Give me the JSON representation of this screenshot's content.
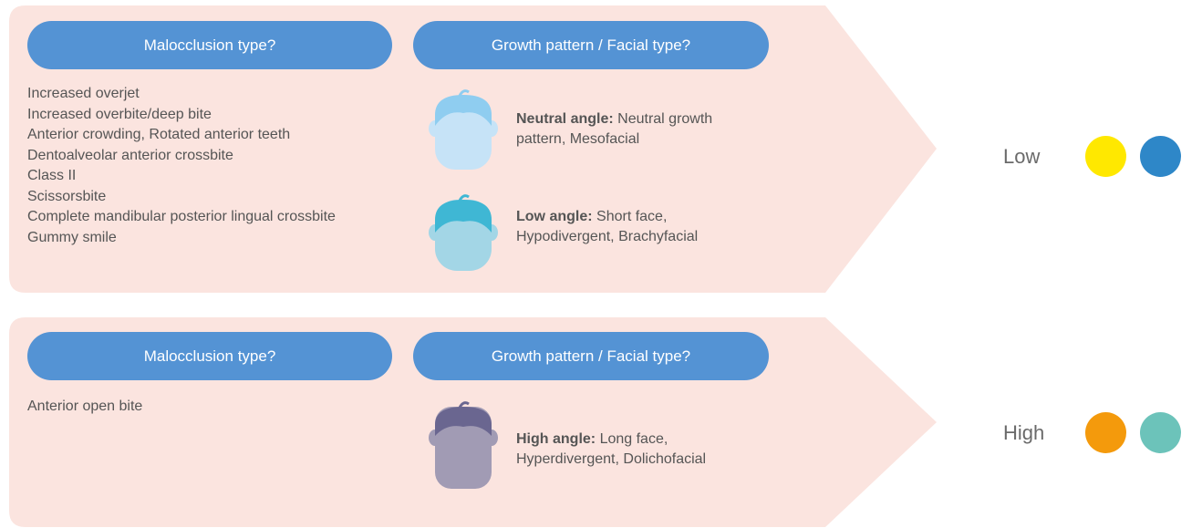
{
  "panels": [
    {
      "malocclusion_label": "Malocclusion type?",
      "growth_label": "Growth pattern / Facial type?",
      "malocclusions": [
        "Increased overjet",
        "Increased overbite/deep bite",
        "Anterior crowding, Rotated anterior teeth",
        "Dentoalveolar anterior crossbite",
        "Class II",
        "Scissorsbite",
        "Complete mandibular posterior lingual crossbite",
        "Gummy smile"
      ],
      "faces": [
        {
          "title": "Neutral angle:",
          "text": "Neutral growth pattern, Mesofacial",
          "skin": "#c6e3f7",
          "hair": "#8fcdf0"
        },
        {
          "title": "Low angle:",
          "text": "Short face, Hypodivergent, Brachyfacial",
          "skin": "#a3d6e6",
          "hair": "#3fb7d4"
        }
      ],
      "risk_label": "Low",
      "dot_colors": [
        "#ffe800",
        "#2e87c8"
      ]
    },
    {
      "malocclusion_label": "Malocclusion type?",
      "growth_label": "Growth pattern / Facial type?",
      "malocclusions": [
        "Anterior open bite"
      ],
      "faces": [
        {
          "title": "High angle:",
          "text": "Long face, Hyperdivergent, Dolichofacial",
          "skin": "#a19bb4",
          "hair": "#6a6690"
        }
      ],
      "risk_label": "High",
      "dot_colors": [
        "#f49a0c",
        "#6cc3ba"
      ]
    }
  ],
  "colors": {
    "panel_bg": "#fbe4df",
    "pill": "#5493d4"
  }
}
